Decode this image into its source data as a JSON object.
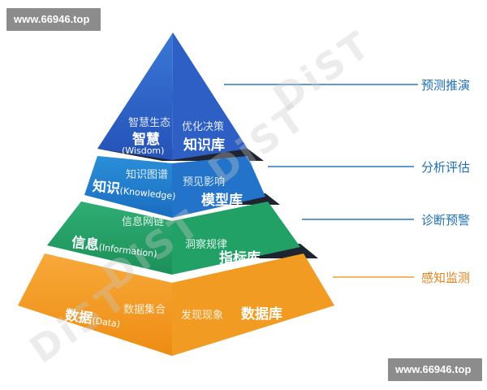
{
  "watermark": {
    "badge": "www.66946.top",
    "overlay": "DiST"
  },
  "layers": {
    "wisdom": {
      "topic": "智慧生态",
      "name": "智慧",
      "en": "(Wisdom)",
      "action": "优化决策",
      "base": "知识库",
      "color_top": "#3a78d6",
      "color_bottom": "#2552b8"
    },
    "knowledge": {
      "topic": "知识图谱",
      "name": "知识",
      "en": "(Knowledge)",
      "action": "预见影响",
      "base": "模型库",
      "color_top": "#2a8fd8",
      "color_bottom": "#1b6cc0"
    },
    "information": {
      "topic": "信息网链",
      "name": "信息",
      "en": "(Information)",
      "action": "洞察规律",
      "base": "指标库",
      "color_top": "#2fae74",
      "color_bottom": "#1c8f59"
    },
    "data": {
      "topic": "数据集合",
      "name": "数据",
      "en": "(Data)",
      "action": "发现现象",
      "base": "数据库",
      "color_top": "#f7a93a",
      "color_bottom": "#ee8c12"
    }
  },
  "right_labels": {
    "predict": "预测推演",
    "analyze": "分析评估",
    "diagnose": "诊断预警",
    "perceive": "感知监测"
  },
  "colors": {
    "line_blue": "#2b78c2",
    "line_orange": "#f0a030",
    "text_blue": "#1d6fb8",
    "text_orange": "#e6821e",
    "band_dark": "#1e2430"
  }
}
